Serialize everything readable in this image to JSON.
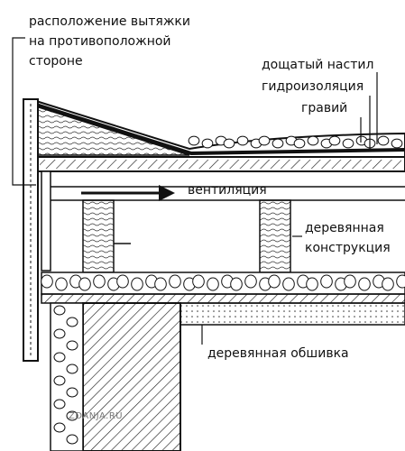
{
  "labels": {
    "exhaust_line1": "расположение вытяжки",
    "exhaust_line2": "на противоположной",
    "exhaust_line3": "стороне",
    "deck": "дощатый настил",
    "waterproofing": "гидроизоляция",
    "gravel": "гравий",
    "ventilation": "вентиляция",
    "wood_structure_line1": "деревянная",
    "wood_structure_line2": "конструкция",
    "wood_cladding": "деревянная обшивка"
  },
  "watermark": "ZDANJA.RU"
}
